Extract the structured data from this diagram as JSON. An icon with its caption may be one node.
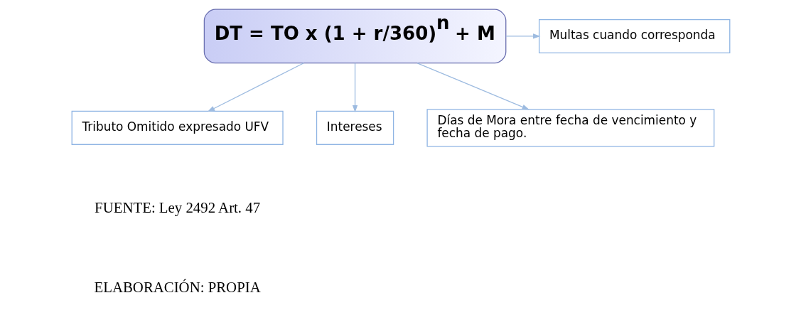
{
  "diagram": {
    "nodes": [
      {
        "text": [
          "DT = TO x (1 + r/360)$^{n}$ + M"
        ]
      },
      {
        "text": [
          "Multas cuando corresponda"
        ]
      },
      {
        "text": [
          "Tributo Omitido expresado UFV"
        ]
      },
      {
        "text": [
          "Intereses"
        ]
      },
      {
        "text": [
          "Días de Mora entre fecha de vencimiento y fecha de pago."
        ]
      }
    ],
    "edges": [
      {
        "from": 0,
        "to": 1,
        "arrow": "to"
      },
      {
        "from": 0,
        "to": 2,
        "arrow": "to"
      },
      {
        "from": 0,
        "to": 3,
        "arrow": "to"
      },
      {
        "from": 0,
        "to": 4,
        "arrow": "to"
      }
    ],
    "labels": [
      "FUENTE: Ley 2492 Art. 47",
      "ELABORACIÓN: PROPIA"
    ]
  }
}
